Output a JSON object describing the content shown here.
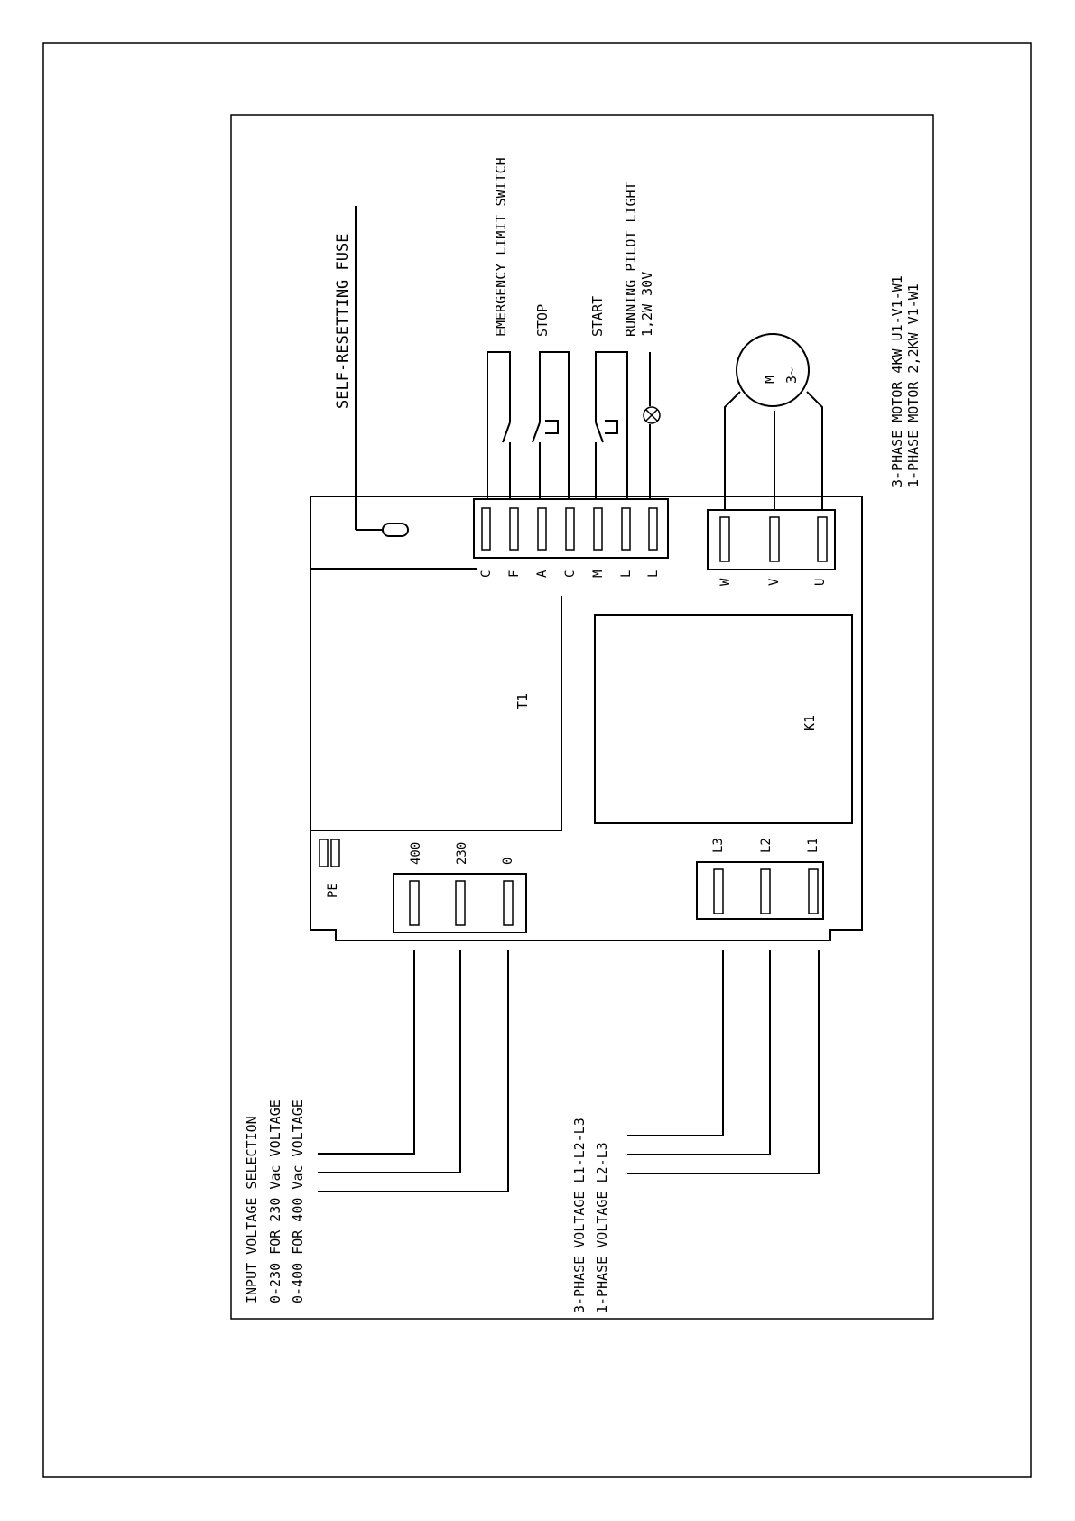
{
  "labels": {
    "self_resetting_fuse": "SELF-RESETTING FUSE",
    "emergency": "EMERGENCY LIMIT SWITCH",
    "stop": "STOP",
    "start": "START",
    "pilot_1": "RUNNING PILOT LIGHT",
    "pilot_2": "1,2W 30V",
    "motor_1": "3-PHASE MOTOR 4KW U1-V1-W1",
    "motor_2": "1-PHASE MOTOR 2,2KW V1-W1",
    "motor_m": "M",
    "motor_3": "3~",
    "t1": "T1",
    "k1": "K1",
    "pe": "PE",
    "tap_400": "400",
    "tap_230": "230",
    "tap_0": "0",
    "line_l3": "L3",
    "line_l2": "L2",
    "line_l1": "L1",
    "out_w": "W",
    "out_v": "V",
    "out_u": "U",
    "ctrl_terms": [
      "C",
      "F",
      "A",
      "C",
      "M",
      "L",
      "L"
    ],
    "input_1": "INPUT VOLTAGE SELECTION",
    "input_2": "0-230 FOR 230 Vac VOLTAGE",
    "input_3": "0-400 FOR 400 Vac VOLTAGE",
    "supply_1": "3-PHASE VOLTAGE L1-L2-L3",
    "supply_2": "1-PHASE VOLTAGE L2-L3"
  }
}
